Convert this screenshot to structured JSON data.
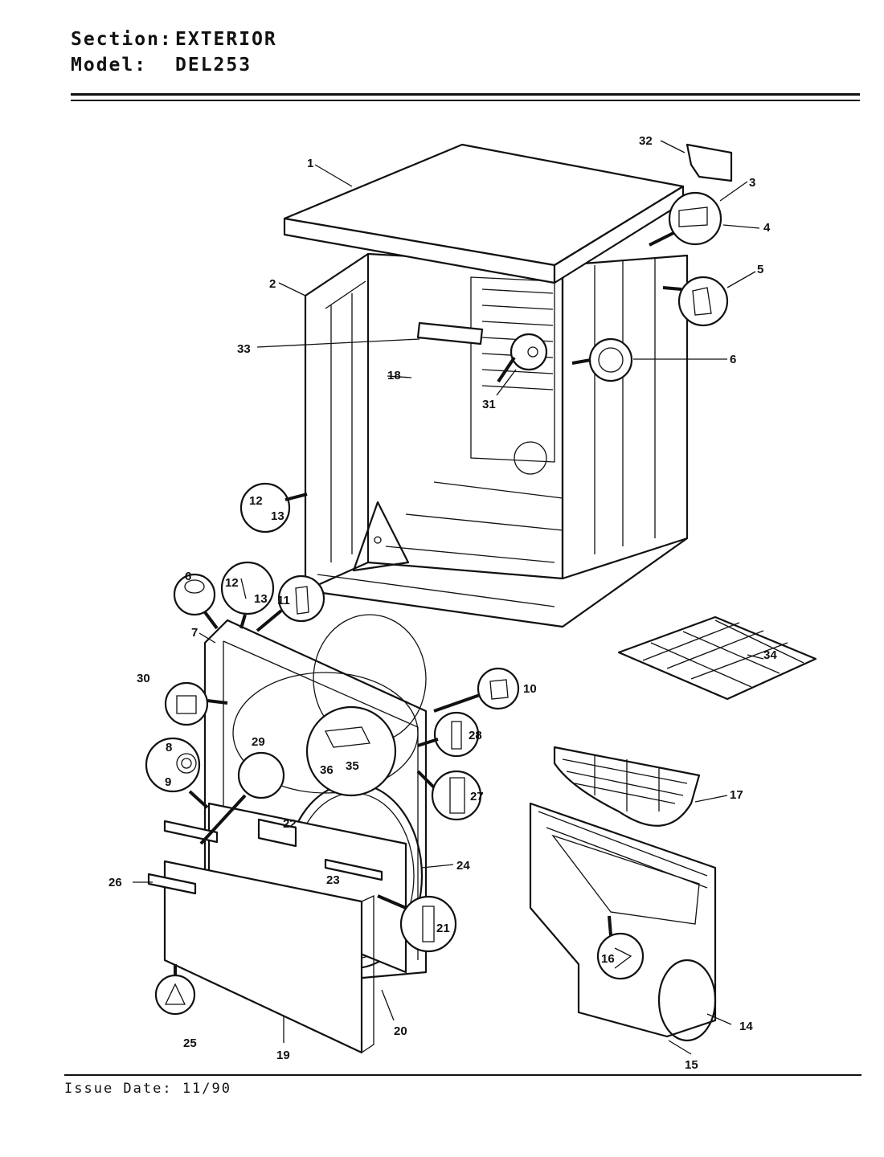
{
  "header": {
    "section_label": "Section:",
    "section_value": "EXTERIOR",
    "model_label": "Model:",
    "model_value": "DEL253"
  },
  "footer": {
    "issue_date": "Issue Date: 11/90"
  },
  "part_labels": [
    "1",
    "2",
    "3",
    "4",
    "5",
    "6",
    "6",
    "7",
    "8",
    "9",
    "10",
    "11",
    "12",
    "12",
    "13",
    "13",
    "14",
    "15",
    "16",
    "17",
    "18",
    "19",
    "20",
    "21",
    "22",
    "23",
    "24",
    "25",
    "26",
    "27",
    "28",
    "29",
    "30",
    "31",
    "32",
    "33",
    "34",
    "35",
    "36"
  ]
}
